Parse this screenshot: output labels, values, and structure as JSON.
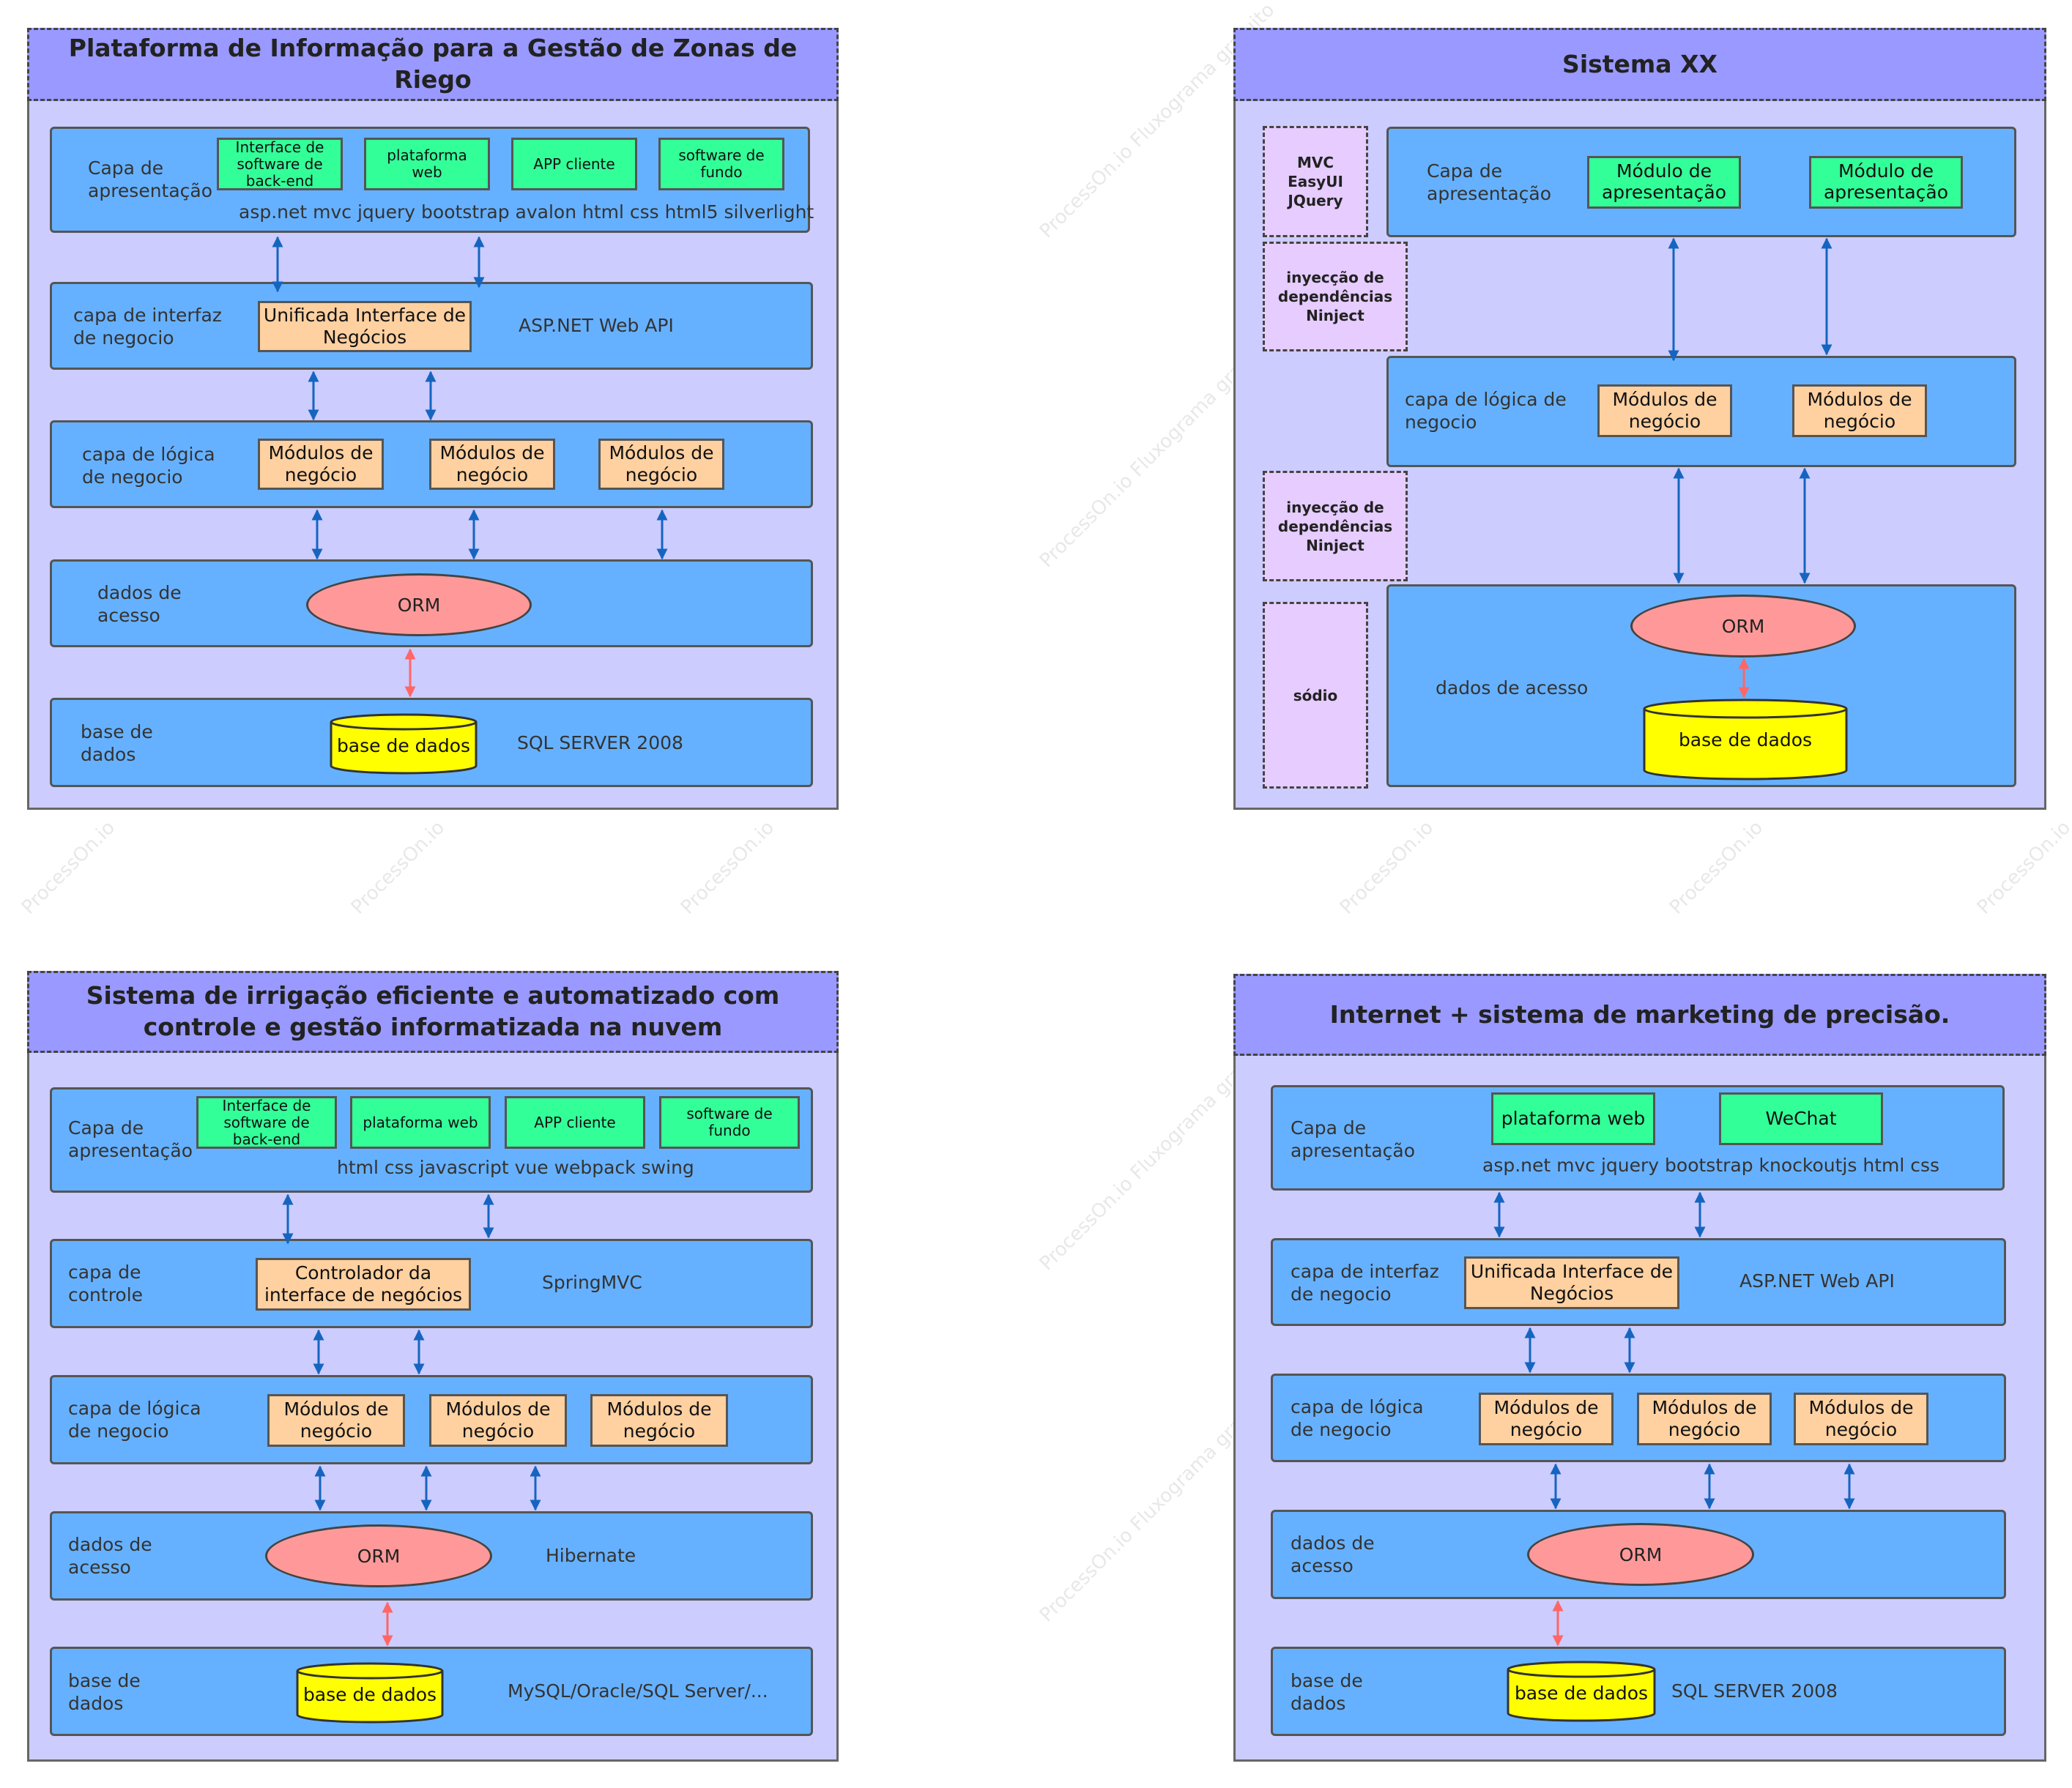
{
  "watermarks": {
    "processon": "ProcessOn.io",
    "fluxograma": "ProcessOn.io Fluxograma gratuito"
  },
  "colors": {
    "panel": "#ccccff",
    "title": "#9999ff",
    "layer": "#66b1ff",
    "module_green": "#33ff99",
    "module_orange": "#ffd0a0",
    "orm": "#ff9999",
    "database": "#ffff00",
    "side_box": "#e6ccff",
    "arrow_blue": "#1565c0",
    "arrow_red": "#ff6666"
  },
  "d1": {
    "title": "Plataforma de Informação para a Gestão de Zonas de Riego",
    "presentation": {
      "label": "Capa de\napresentação",
      "modules": [
        "Interface de\nsoftware de\nback-end",
        "plataforma\nweb",
        "APP cliente",
        "software de\nfundo"
      ],
      "tech": "asp.net mvc  jquery bootstrap avalon html css html5 silverlight"
    },
    "interface": {
      "label": "capa de interfaz\nde negocio",
      "module": "Unificada Interface de\nNegócios",
      "tech": "ASP.NET Web API"
    },
    "logic": {
      "label": "capa de lógica\nde negocio",
      "modules": [
        "Módulos de\nnegócio",
        "Módulos de\nnegócio",
        "Módulos de\nnegócio"
      ]
    },
    "access": {
      "label": "dados de\nacesso",
      "orm": "ORM"
    },
    "db": {
      "label": "base de\ndados",
      "db": "base de dados",
      "tech": "SQL SERVER 2008"
    }
  },
  "d2": {
    "title": "Sistema XX",
    "side": [
      "MVC\nEasyUI\nJQuery",
      "inyecção de\ndependências\nNinject",
      "inyecção de\ndependências\nNinject",
      "sódio"
    ],
    "presentation": {
      "label": "Capa de\napresentação",
      "modules": [
        "Módulo de\napresentação",
        "Módulo de\napresentação"
      ]
    },
    "logic": {
      "label": "capa de lógica de\nnegocio",
      "modules": [
        "Módulos de\nnegócio",
        "Módulos de\nnegócio"
      ]
    },
    "access": {
      "label": "dados de acesso",
      "orm": "ORM",
      "db": "base de dados"
    }
  },
  "d3": {
    "title": "Sistema de irrigação eficiente e automatizado com controle e gestão informatizada na nuvem",
    "presentation": {
      "label": "Capa de\napresentação",
      "modules": [
        "Interface de\nsoftware de\nback-end",
        "plataforma web",
        "APP cliente",
        "software de\nfundo"
      ],
      "tech": "html css javascript vue webpack swing"
    },
    "control": {
      "label": "capa de\ncontrole",
      "module": "Controlador da\ninterface de negócios",
      "tech": "SpringMVC"
    },
    "logic": {
      "label": "capa de lógica\nde negocio",
      "modules": [
        "Módulos de\nnegócio",
        "Módulos de\nnegócio",
        "Módulos de\nnegócio"
      ]
    },
    "access": {
      "label": "dados de\nacesso",
      "orm": "ORM",
      "tech": "Hibernate"
    },
    "db": {
      "label": "base de\ndados",
      "db": "base de dados",
      "tech": "MySQL/Oracle/SQL Server/..."
    }
  },
  "d4": {
    "title": "Internet + sistema de marketing de precisão.",
    "presentation": {
      "label": "Capa de\napresentação",
      "modules": [
        "plataforma web",
        "WeChat"
      ],
      "tech": "asp.net mvc jquery bootstrap knockoutjs html css"
    },
    "interface": {
      "label": "capa de interfaz\nde negocio",
      "module": "Unificada Interface de\nNegócios",
      "tech": "ASP.NET Web API"
    },
    "logic": {
      "label": "capa de lógica\nde negocio",
      "modules": [
        "Módulos de\nnegócio",
        "Módulos de\nnegócio",
        "Módulos de\nnegócio"
      ]
    },
    "access": {
      "label": "dados de\nacesso",
      "orm": "ORM"
    },
    "db": {
      "label": "base de\ndados",
      "db": "base de dados",
      "tech": "SQL SERVER 2008"
    }
  }
}
